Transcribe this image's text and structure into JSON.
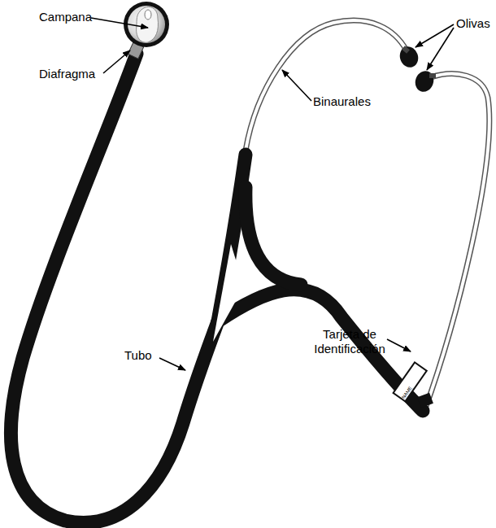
{
  "diagram": {
    "labels": [
      "Campana",
      "Diafragma",
      "Olivas",
      "Binaurales",
      "Tarjeta de Identificación",
      "Tubo",
      "NAME"
    ]
  }
}
